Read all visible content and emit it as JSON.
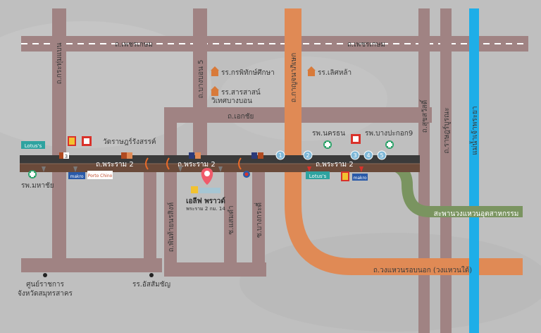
{
  "roads": {
    "phetkasem": "ถ.เพชรเกษม",
    "ekachai": "ถ.เอกชัย",
    "rama2_left": "ถ.พระราม 2",
    "rama2_center": "ถ.พระราม 2",
    "rama2_right": "ถ.พระราม 2",
    "kanchanaphisek": "ถ.กาญจนาภิเษก",
    "bang_bon_5": "ถ.บางบอน 5",
    "krathum": "ถ.กระทุ่มแบน",
    "suksawat": "ถ.สุขสวัสดิ์",
    "ratburana": "ถ.ราษฎร์บูรณะ",
    "phanthai": "ถ.พันท้ายนรสิงห์",
    "saen_dam": "ซ.แสมดำ",
    "bang_kradi": "ซ.บางกระดี่",
    "outer_ring": "ถ.วงแหวนรอบนอก (วงแหวนใต้)",
    "chao_phraya": "แม่น้ำเจ้าพระยา",
    "industrial_bridge": "สะพานวงแหวนอุตสาหกรรม"
  },
  "places": {
    "school_1": "รร.กรพิทักษ์ศึกษา",
    "school_2_line1": "รร.สารสาสน์",
    "school_2_line2": "วิเทศบางบอน",
    "school_3": "รร.เลิศหล้า",
    "wat": "วัดราษฎร์รังสรรค์",
    "hosp_mahachai": "รพ.มหาชัย",
    "hosp_nakorn": "รพ.นครธน",
    "hosp_bangpakok": "รพ.บางปะกอก9",
    "city_hall_line1": "ศูนย์ราชการ",
    "city_hall_line2": "จังหวัดสมุทรสาคร",
    "school_assumption": "รร.อัสสัมชัญ"
  },
  "project": {
    "name": "เอลีฟ พราวด์",
    "address": "พระราม 2 กม. 14"
  },
  "brands": {
    "lotus_left": "Lotus's",
    "lotus_right": "Lotus's",
    "makro_left": "makro",
    "makro_right": "makro",
    "porto_chino": "Porto Chino"
  },
  "markers": {
    "km_3": "3",
    "num_1": "1",
    "num_2": "2",
    "num_3": "3",
    "num_4": "4",
    "num_5": "5"
  },
  "colors": {
    "background": "#bfbfbf",
    "road": "#a08383",
    "rama2": "#3a3a3a",
    "outer_ring": "#e08a55",
    "industrial_bridge": "#7a9460",
    "river": "#1eaee8",
    "hospital": "#2ea36b"
  }
}
